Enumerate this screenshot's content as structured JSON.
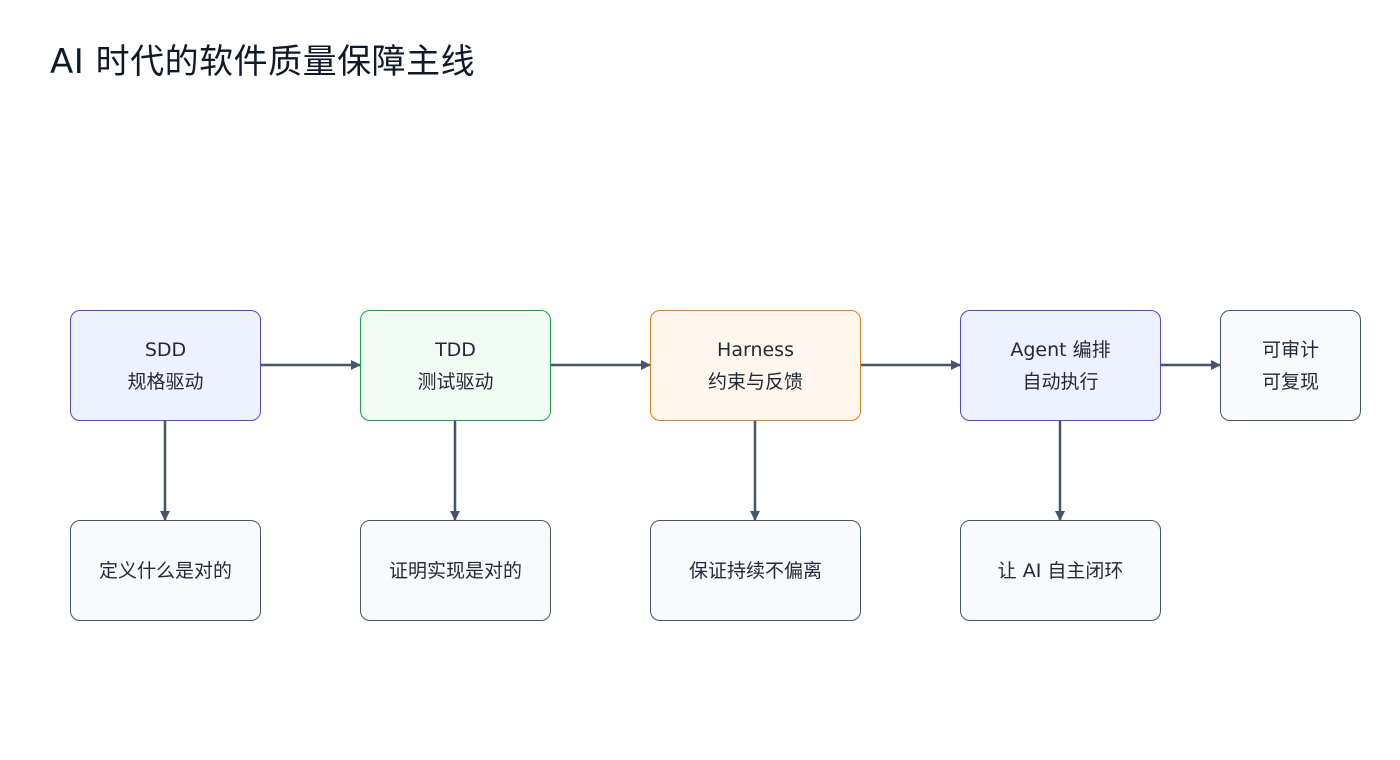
{
  "title": "AI 时代的软件质量保障主线",
  "stages": [
    {
      "name": "SDD",
      "subtitle": "规格驱动",
      "note": "定义什么是对的"
    },
    {
      "name": "TDD",
      "subtitle": "测试驱动",
      "note": "证明实现是对的"
    },
    {
      "name": "Harness",
      "subtitle": "约束与反馈",
      "note": "保证持续不偏离"
    },
    {
      "name": "Agent 编排",
      "subtitle": "自动执行",
      "note": "让 AI 自主闭环"
    }
  ],
  "outcome": {
    "line1": "可审计",
    "line2": "可复现"
  },
  "colors": {
    "indigo_fill": "#eef2ff",
    "indigo_border": "#4f46e5",
    "green_fill": "#f0fdf4",
    "green_border": "#16a34a",
    "orange_fill": "#fff7ed",
    "orange_border": "#ea7a1a",
    "gray_fill": "#f8fafc",
    "gray_border": "#475569",
    "arrow": "#475569"
  }
}
